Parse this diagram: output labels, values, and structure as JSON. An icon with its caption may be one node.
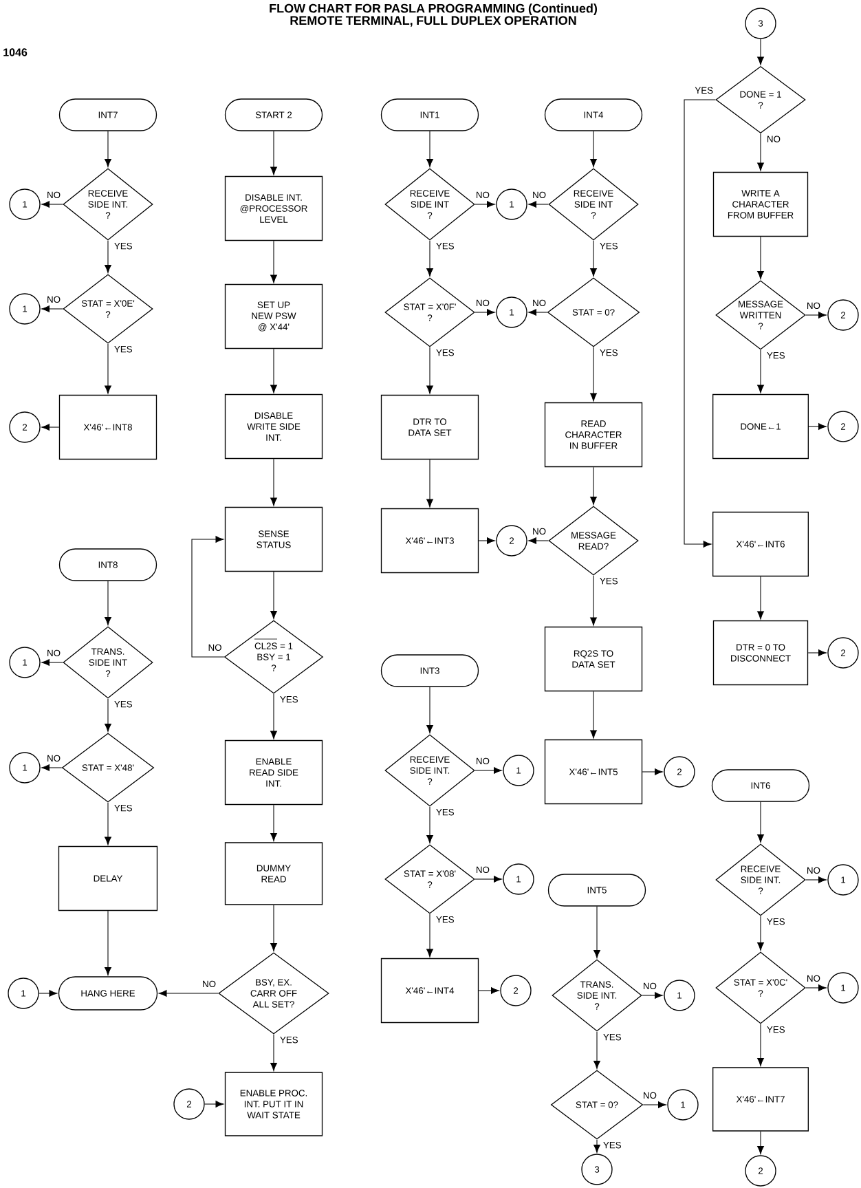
{
  "diagram": {
    "title": "FLOW CHART FOR PASLA PROGRAMMING (Continued) REMOTE TERMINAL, FULL DUPLEX OPERATION",
    "nodes": [
      {
        "text": [
          "INT7"
        ]
      },
      {
        "text": [
          "RECEIVE SIDE INT. ?"
        ]
      },
      {
        "text": [
          "1"
        ]
      },
      {
        "text": [
          "STAT = X'0E' ?"
        ]
      },
      {
        "text": [
          "1"
        ]
      },
      {
        "text": [
          "X'46'←INT8"
        ]
      },
      {
        "text": [
          "2"
        ]
      },
      {
        "text": [
          "INT8"
        ]
      },
      {
        "text": [
          "TRANS. SIDE INT ?"
        ]
      },
      {
        "text": [
          "1"
        ]
      },
      {
        "text": [
          "STAT = X'48'"
        ]
      },
      {
        "text": [
          "1"
        ]
      },
      {
        "text": [
          "DELAY"
        ]
      },
      {
        "text": [
          "HANG HERE"
        ]
      },
      {
        "text": [
          "1"
        ]
      },
      {
        "text": [
          "START 2"
        ]
      },
      {
        "text": [
          "DISABLE INT. @PROCESSOR LEVEL"
        ]
      },
      {
        "text": [
          "SET UP NEW PSW @ X'44'"
        ]
      },
      {
        "text": [
          "DISABLE WRITE SIDE INT."
        ]
      },
      {
        "text": [
          "SENSE STATUS"
        ]
      },
      {
        "text": [
          "CL2S = 1 BSY = 1 ?"
        ]
      },
      {
        "text": [
          "ENABLE READ SIDE INT."
        ]
      },
      {
        "text": [
          "DUMMY READ"
        ]
      },
      {
        "text": [
          "BSY, EX. CARR OFF ALL SET?"
        ]
      },
      {
        "text": [
          "ENABLE PROC. INT. PUT IT IN WAIT STATE"
        ]
      },
      {
        "text": [
          "2"
        ]
      },
      {
        "text": [
          "INT1"
        ]
      },
      {
        "text": [
          "RECEIVE SIDE INT ?"
        ]
      },
      {
        "text": [
          "1"
        ]
      },
      {
        "text": [
          "STAT = X'0F' ?"
        ]
      },
      {
        "text": [
          "1"
        ]
      },
      {
        "text": [
          "DTR TO DATA SET"
        ]
      },
      {
        "text": [
          "X'46'←INT3"
        ]
      },
      {
        "text": [
          "2"
        ]
      },
      {
        "text": [
          "INT4"
        ]
      },
      {
        "text": [
          "RECEIVE SIDE INT ?"
        ]
      },
      {
        "text": [
          "STAT = 0?"
        ]
      },
      {
        "text": [
          "READ CHARACTER IN BUFFER"
        ]
      },
      {
        "text": [
          "MESSAGE READ?"
        ]
      },
      {
        "text": [
          "RQ2S TO DATA SET"
        ]
      },
      {
        "text": [
          "X'46'←INT5"
        ]
      },
      {
        "text": [
          "2"
        ]
      },
      {
        "text": [
          "3"
        ]
      },
      {
        "text": [
          "DONE = 1 ?"
        ]
      },
      {
        "text": [
          "WRITE A CHARACTER FROM BUFFER"
        ]
      },
      {
        "text": [
          "MESSAGE WRITTEN ?"
        ]
      },
      {
        "text": [
          "2"
        ]
      },
      {
        "text": [
          "DONE←1"
        ]
      },
      {
        "text": [
          "2"
        ]
      },
      {
        "text": [
          "X'46'←INT6"
        ]
      },
      {
        "text": [
          "DTR = 0 TO DISCONNECT"
        ]
      },
      {
        "text": [
          "2"
        ]
      },
      {
        "text": [
          "INT3"
        ]
      },
      {
        "text": [
          "RECEIVE SIDE INT. ?"
        ]
      },
      {
        "text": [
          "1"
        ]
      },
      {
        "text": [
          "STAT = X'08' ?"
        ]
      },
      {
        "text": [
          "1"
        ]
      },
      {
        "text": [
          "X'46'←INT4"
        ]
      },
      {
        "text": [
          "2"
        ]
      },
      {
        "text": [
          "INT5"
        ]
      },
      {
        "text": [
          "TRANS. SIDE INT. ?"
        ]
      },
      {
        "text": [
          "1"
        ]
      },
      {
        "text": [
          "STAT = 0?"
        ]
      },
      {
        "text": [
          "1"
        ]
      },
      {
        "text": [
          "3"
        ]
      },
      {
        "text": [
          "INT6"
        ]
      },
      {
        "text": [
          "RECEIVE SIDE INT. ?"
        ]
      },
      {
        "text": [
          "1"
        ]
      },
      {
        "text": [
          "STAT = X'0C' ?"
        ]
      },
      {
        "text": [
          "1"
        ]
      },
      {
        "text": [
          "X'46'←INT7"
        ]
      },
      {
        "text": [
          "2"
        ]
      }
    ],
    "edges": [
      {
        "from": 0,
        "to": 1,
        "arrow": "to"
      },
      {
        "from": 1,
        "to": 2,
        "arrow": "to",
        "label": "NO"
      },
      {
        "from": 1,
        "to": 3,
        "arrow": "to",
        "label": "YES"
      },
      {
        "from": 3,
        "to": 4,
        "arrow": "to",
        "label": "NO"
      },
      {
        "from": 3,
        "to": 5,
        "arrow": "to",
        "label": "YES"
      },
      {
        "from": 5,
        "to": 6,
        "arrow": "to"
      },
      {
        "from": 7,
        "to": 8,
        "arrow": "to"
      },
      {
        "from": 8,
        "to": 9,
        "arrow": "to",
        "label": "NO"
      },
      {
        "from": 8,
        "to": 10,
        "arrow": "to",
        "label": "YES"
      },
      {
        "from": 10,
        "to": 11,
        "arrow": "to",
        "label": "NO"
      },
      {
        "from": 10,
        "to": 12,
        "arrow": "to",
        "label": "YES"
      },
      {
        "from": 12,
        "to": 13,
        "arrow": "to"
      },
      {
        "from": 14,
        "to": 13,
        "arrow": "to"
      },
      {
        "from": 15,
        "to": 16,
        "arrow": "to"
      },
      {
        "from": 16,
        "to": 17,
        "arrow": "to"
      },
      {
        "from": 17,
        "to": 18,
        "arrow": "to"
      },
      {
        "from": 18,
        "to": 19,
        "arrow": "to"
      },
      {
        "from": 19,
        "to": 20,
        "arrow": "to"
      },
      {
        "from": 20,
        "to": 19,
        "arrow": "to",
        "label": "NO"
      },
      {
        "from": 20,
        "to": 21,
        "arrow": "to",
        "label": "YES"
      },
      {
        "from": 21,
        "to": 22,
        "arrow": "to"
      },
      {
        "from": 22,
        "to": 23,
        "arrow": "to"
      },
      {
        "from": 23,
        "to": 13,
        "arrow": "to",
        "label": "NO"
      },
      {
        "from": 23,
        "to": 24,
        "arrow": "to",
        "label": "YES"
      },
      {
        "from": 25,
        "to": 24,
        "arrow": "to"
      },
      {
        "from": 26,
        "to": 27,
        "arrow": "to"
      },
      {
        "from": 27,
        "to": 28,
        "arrow": "to",
        "label": "NO"
      },
      {
        "from": 27,
        "to": 29,
        "arrow": "to",
        "label": "YES"
      },
      {
        "from": 29,
        "to": 30,
        "arrow": "to",
        "label": "NO"
      },
      {
        "from": 29,
        "to": 31,
        "arrow": "to",
        "label": "YES"
      },
      {
        "from": 31,
        "to": 32,
        "arrow": "to"
      },
      {
        "from": 32,
        "to": 33,
        "arrow": "to"
      },
      {
        "from": 34,
        "to": 35,
        "arrow": "to"
      },
      {
        "from": 35,
        "to": 28,
        "arrow": "to",
        "label": "NO"
      },
      {
        "from": 35,
        "to": 36,
        "arrow": "to",
        "label": "YES"
      },
      {
        "from": 36,
        "to": 30,
        "arrow": "to",
        "label": "NO"
      },
      {
        "from": 36,
        "to": 37,
        "arrow": "to",
        "label": "YES"
      },
      {
        "from": 37,
        "to": 38,
        "arrow": "to"
      },
      {
        "from": 38,
        "to": 33,
        "arrow": "to",
        "label": "NO"
      },
      {
        "from": 38,
        "to": 39,
        "arrow": "to",
        "label": "YES"
      },
      {
        "from": 39,
        "to": 40,
        "arrow": "to"
      },
      {
        "from": 40,
        "to": 41,
        "arrow": "to"
      },
      {
        "from": 42,
        "to": 43,
        "arrow": "to"
      },
      {
        "from": 43,
        "to": 44,
        "arrow": "to",
        "label": "NO"
      },
      {
        "from": 43,
        "to": 49,
        "arrow": "to",
        "label": "YES"
      },
      {
        "from": 44,
        "to": 45,
        "arrow": "to"
      },
      {
        "from": 45,
        "to": 46,
        "arrow": "to",
        "label": "NO"
      },
      {
        "from": 45,
        "to": 47,
        "arrow": "to",
        "label": "YES"
      },
      {
        "from": 47,
        "to": 48,
        "arrow": "to"
      },
      {
        "from": 49,
        "to": 50,
        "arrow": "to"
      },
      {
        "from": 50,
        "to": 51,
        "arrow": "to"
      },
      {
        "from": 52,
        "to": 53,
        "arrow": "to"
      },
      {
        "from": 53,
        "to": 54,
        "arrow": "to",
        "label": "NO"
      },
      {
        "from": 53,
        "to": 55,
        "arrow": "to",
        "label": "YES"
      },
      {
        "from": 55,
        "to": 56,
        "arrow": "to",
        "label": "NO"
      },
      {
        "from": 55,
        "to": 57,
        "arrow": "to",
        "label": "YES"
      },
      {
        "from": 57,
        "to": 58,
        "arrow": "to"
      },
      {
        "from": 59,
        "to": 60,
        "arrow": "to"
      },
      {
        "from": 60,
        "to": 61,
        "arrow": "to",
        "label": "NO"
      },
      {
        "from": 60,
        "to": 62,
        "arrow": "to",
        "label": "YES"
      },
      {
        "from": 62,
        "to": 63,
        "arrow": "to",
        "label": "NO"
      },
      {
        "from": 62,
        "to": 64,
        "arrow": "to",
        "label": "YES"
      },
      {
        "from": 65,
        "to": 66,
        "arrow": "to"
      },
      {
        "from": 66,
        "to": 67,
        "arrow": "to",
        "label": "NO"
      },
      {
        "from": 66,
        "to": 68,
        "arrow": "to",
        "label": "YES"
      },
      {
        "from": 68,
        "to": 69,
        "arrow": "to",
        "label": "NO"
      },
      {
        "from": 68,
        "to": 70,
        "arrow": "to",
        "label": "YES"
      },
      {
        "from": 70,
        "to": 71,
        "arrow": "to"
      }
    ],
    "labels": [
      "1046"
    ]
  }
}
